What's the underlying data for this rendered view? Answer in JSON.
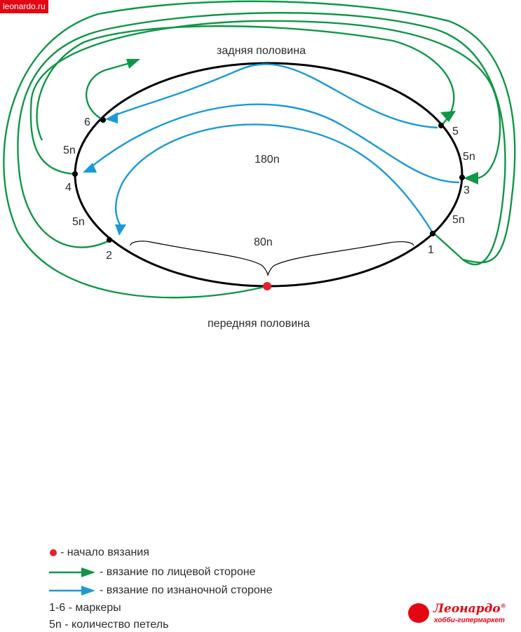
{
  "site_tag": "leonardo.ru",
  "labels": {
    "back_half": "задняя половина",
    "front_half": "передняя половина",
    "total_stitches": "180n",
    "front_stitches": "80n",
    "count_6_4": "5n",
    "count_4_2": "5n",
    "count_5_3": "5n",
    "count_3_1": "5n"
  },
  "markers": [
    "1",
    "2",
    "3",
    "4",
    "5",
    "6"
  ],
  "colors": {
    "outline": "#000000",
    "start": "#e3222b",
    "right_side": "#109648",
    "wrong_side": "#1a9ad6"
  },
  "legend": {
    "start": "- начало вязания",
    "right_side": "- вязание по лицевой стороне",
    "wrong_side": "- вязание по изнаночной стороне",
    "markers": "1-6 - маркеры",
    "count": "5n - количество петель"
  },
  "logo": {
    "name": "Леонардо",
    "tagline": "хобби-гипермаркет",
    "registered": "®"
  }
}
